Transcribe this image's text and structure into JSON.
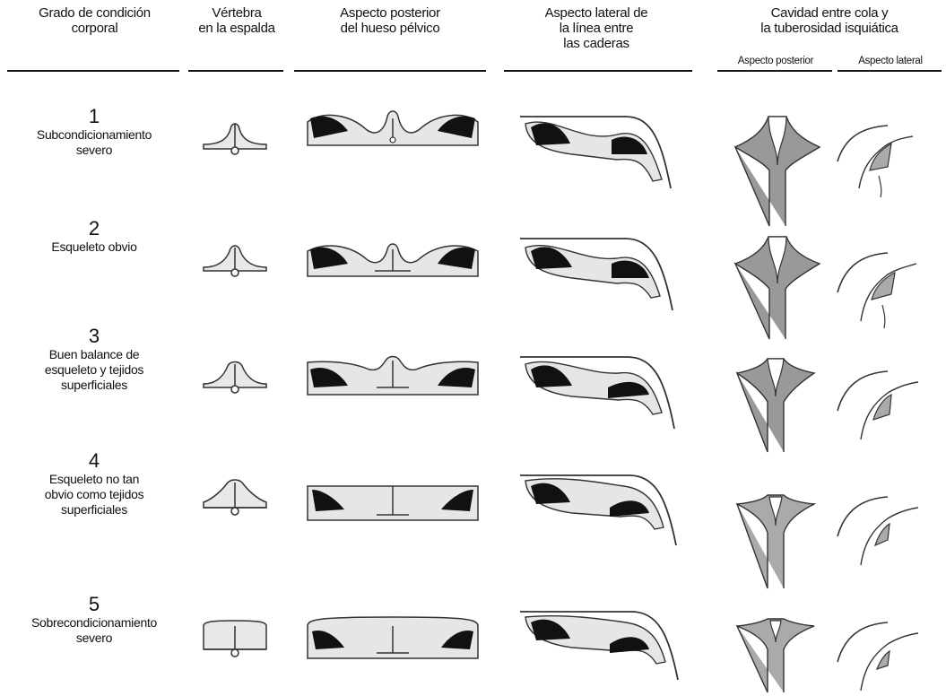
{
  "headers": {
    "grade": [
      "Grado de condición",
      "corporal"
    ],
    "vertebra": [
      "Vértebra",
      "en la espalda"
    ],
    "pelvic": [
      "Aspecto posterior",
      "del hueso pélvico"
    ],
    "lateral": [
      "Aspecto lateral de",
      "la línea entre",
      "las caderas"
    ],
    "cavity": [
      "Cavidad entre cola y",
      "la tuberosidad isquiática"
    ],
    "cavity_posterior": "Aspecto posterior",
    "cavity_lateral": "Aspecto lateral"
  },
  "rows": [
    {
      "number": "1",
      "label": [
        "Subcondicionamiento",
        "severo"
      ]
    },
    {
      "number": "2",
      "label": [
        "Esqueleto obvio"
      ]
    },
    {
      "number": "3",
      "label": [
        "Buen balance de",
        "esqueleto y tejidos",
        "superficiales"
      ]
    },
    {
      "number": "4",
      "label": [
        "Esqueleto no tan",
        "obvio como tejidos",
        "superficiales"
      ]
    },
    {
      "number": "5",
      "label": [
        "Sobrecondicionamiento",
        "severo"
      ]
    }
  ]
}
